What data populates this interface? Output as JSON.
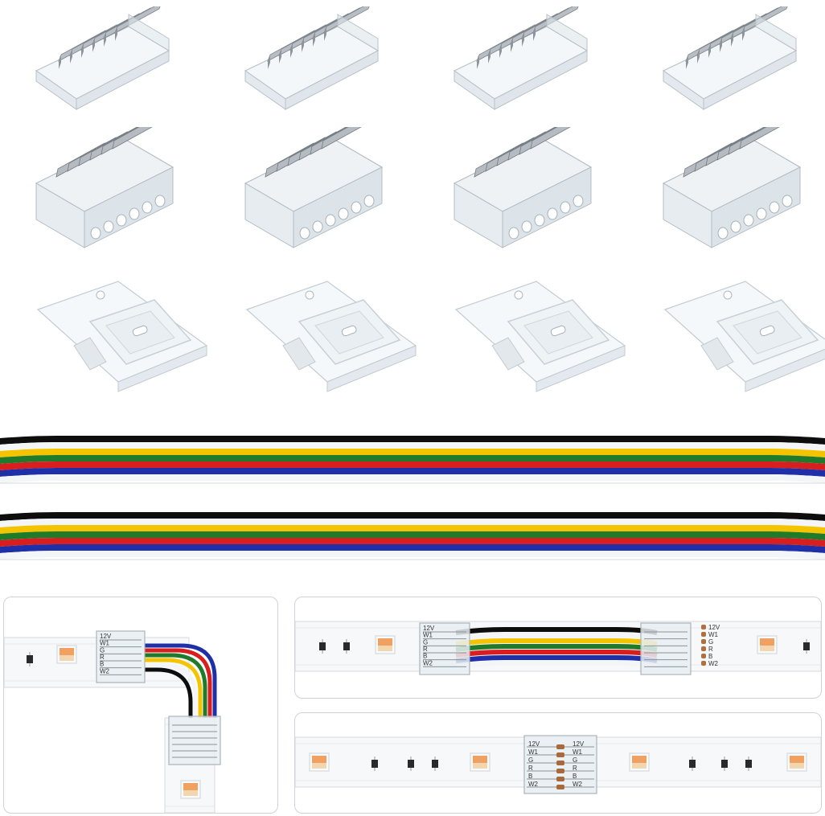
{
  "colors": {
    "wire_black": "#0d0d0d",
    "wire_white": "#f4f5f7",
    "wire_yellow": "#f4c400",
    "wire_green": "#1f7a2a",
    "wire_red": "#d81e1e",
    "wire_blue": "#1e2fa8",
    "connector_clear": "#e9eef2",
    "strip_base": "#f7f8f9",
    "led_chip": "#f2d6b0"
  },
  "products": {
    "clip_connectors_row1": 4,
    "clip_connectors_row2": 4,
    "strip_clips_row3": 4,
    "extension_wires": 2
  },
  "pin_labels_left": [
    "12V",
    "W1",
    "G",
    "R",
    "B",
    "W2"
  ],
  "pin_labels_right": [
    "12V",
    "W1",
    "G",
    "R",
    "B",
    "W2"
  ],
  "wire_order": [
    "wire_black",
    "wire_white",
    "wire_yellow",
    "wire_green",
    "wire_red",
    "wire_blue",
    "wire_white"
  ],
  "panels": {
    "l_corner": "l-shape-connection-demo",
    "wire_jumper": "wire-jumper-connection-demo",
    "strip_to_strip": "strip-to-strip-connection-demo"
  }
}
